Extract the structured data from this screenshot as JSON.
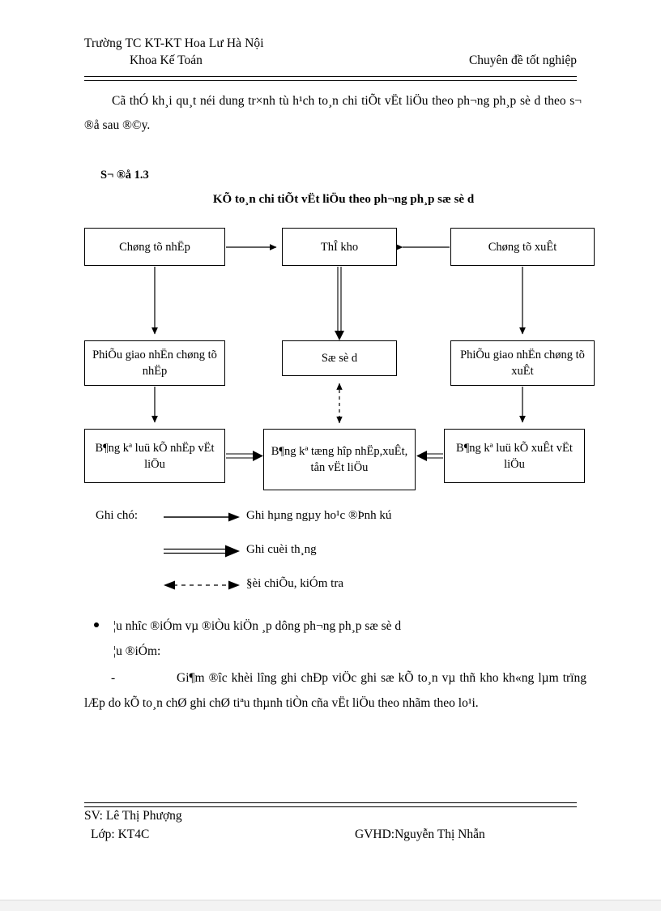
{
  "document": {
    "header": {
      "school": "Trường TC KT-KT Hoa Lư Hà Nội",
      "faculty": "Khoa Kế Toán",
      "right": "Chuyên đề tốt nghiệp"
    },
    "intro_paragraph": "Cã thÓ kh¸i qu¸t néi dung tr×nh tù h¹ch to¸n chi tiÕt vËt liÖu theo ph¬ng ph¸p sè d  theo s¬ ®å sau ®©y.",
    "figure": {
      "number_label": "S¬ ®å 1.3",
      "title": "KÕ to¸n chi tiÕt vËt liÖu theo ph¬ng  ph¸p sæ sè d",
      "boxes": {
        "chung_tu_nhap": "Chøng tõ nhËp",
        "the_kho": "ThÎ kho",
        "chung_tu_xuat": "Chøng tõ xuÊt",
        "phieu_giao_nhan_nhap": "PhiÕu giao nhËn chøng tõ nhËp",
        "so_so_du": "Sæ sè d",
        "phieu_giao_nhan_xuat": "PhiÕu giao nhËn chøng tõ xuÊt",
        "bang_ke_nhap": "B¶ng kª luü kÕ nhËp vËt liÖu",
        "bang_ke_tong_hop": "B¶ng kª tæng hîp nhËp,xuÊt, tån vËt liÖu",
        "bang_ke_xuat": "B¶ng kª luü kÕ xuÊt vËt liÖu"
      }
    },
    "legend": {
      "caption": "Ghi chó:",
      "items": [
        {
          "arrow": "single-solid-arrow",
          "text": "Ghi hµng ngµy ho¹c ®Þnh kú"
        },
        {
          "arrow": "double-solid-arrow",
          "text": "Ghi cuèi th¸ng"
        },
        {
          "arrow": "dashed-double-headed-arrow",
          "text": "§èi chiÕu, kiÓm tra"
        }
      ]
    },
    "bullet_section": {
      "bullet_text": "¦u nhîc  ®iÓm vµ ®iÒu kiÖn ¸p dông ph¬ng  ph¸p sæ sè d",
      "sub_heading": "¦u ®iÓm:",
      "dash_mark": "-",
      "dash_text": "Gi¶m ®îc  khèi lîng  ghi chÐp viÖc ghi sæ kÕ to¸n vµ thñ kho kh«ng lµm trïng lÆp do kÕ to¸n chØ ghi chØ tiªu thµnh tiÒn cña vËt liÖu theo nhãm theo lo¹i."
    },
    "footer": {
      "student": "SV: Lê Thị Phượng",
      "class": "Lớp: KT4C",
      "supervisor": "GVHD:Nguyễn Thị Nhẫn"
    },
    "colors": {
      "ink": "#000000",
      "paper": "#ffffff"
    }
  }
}
